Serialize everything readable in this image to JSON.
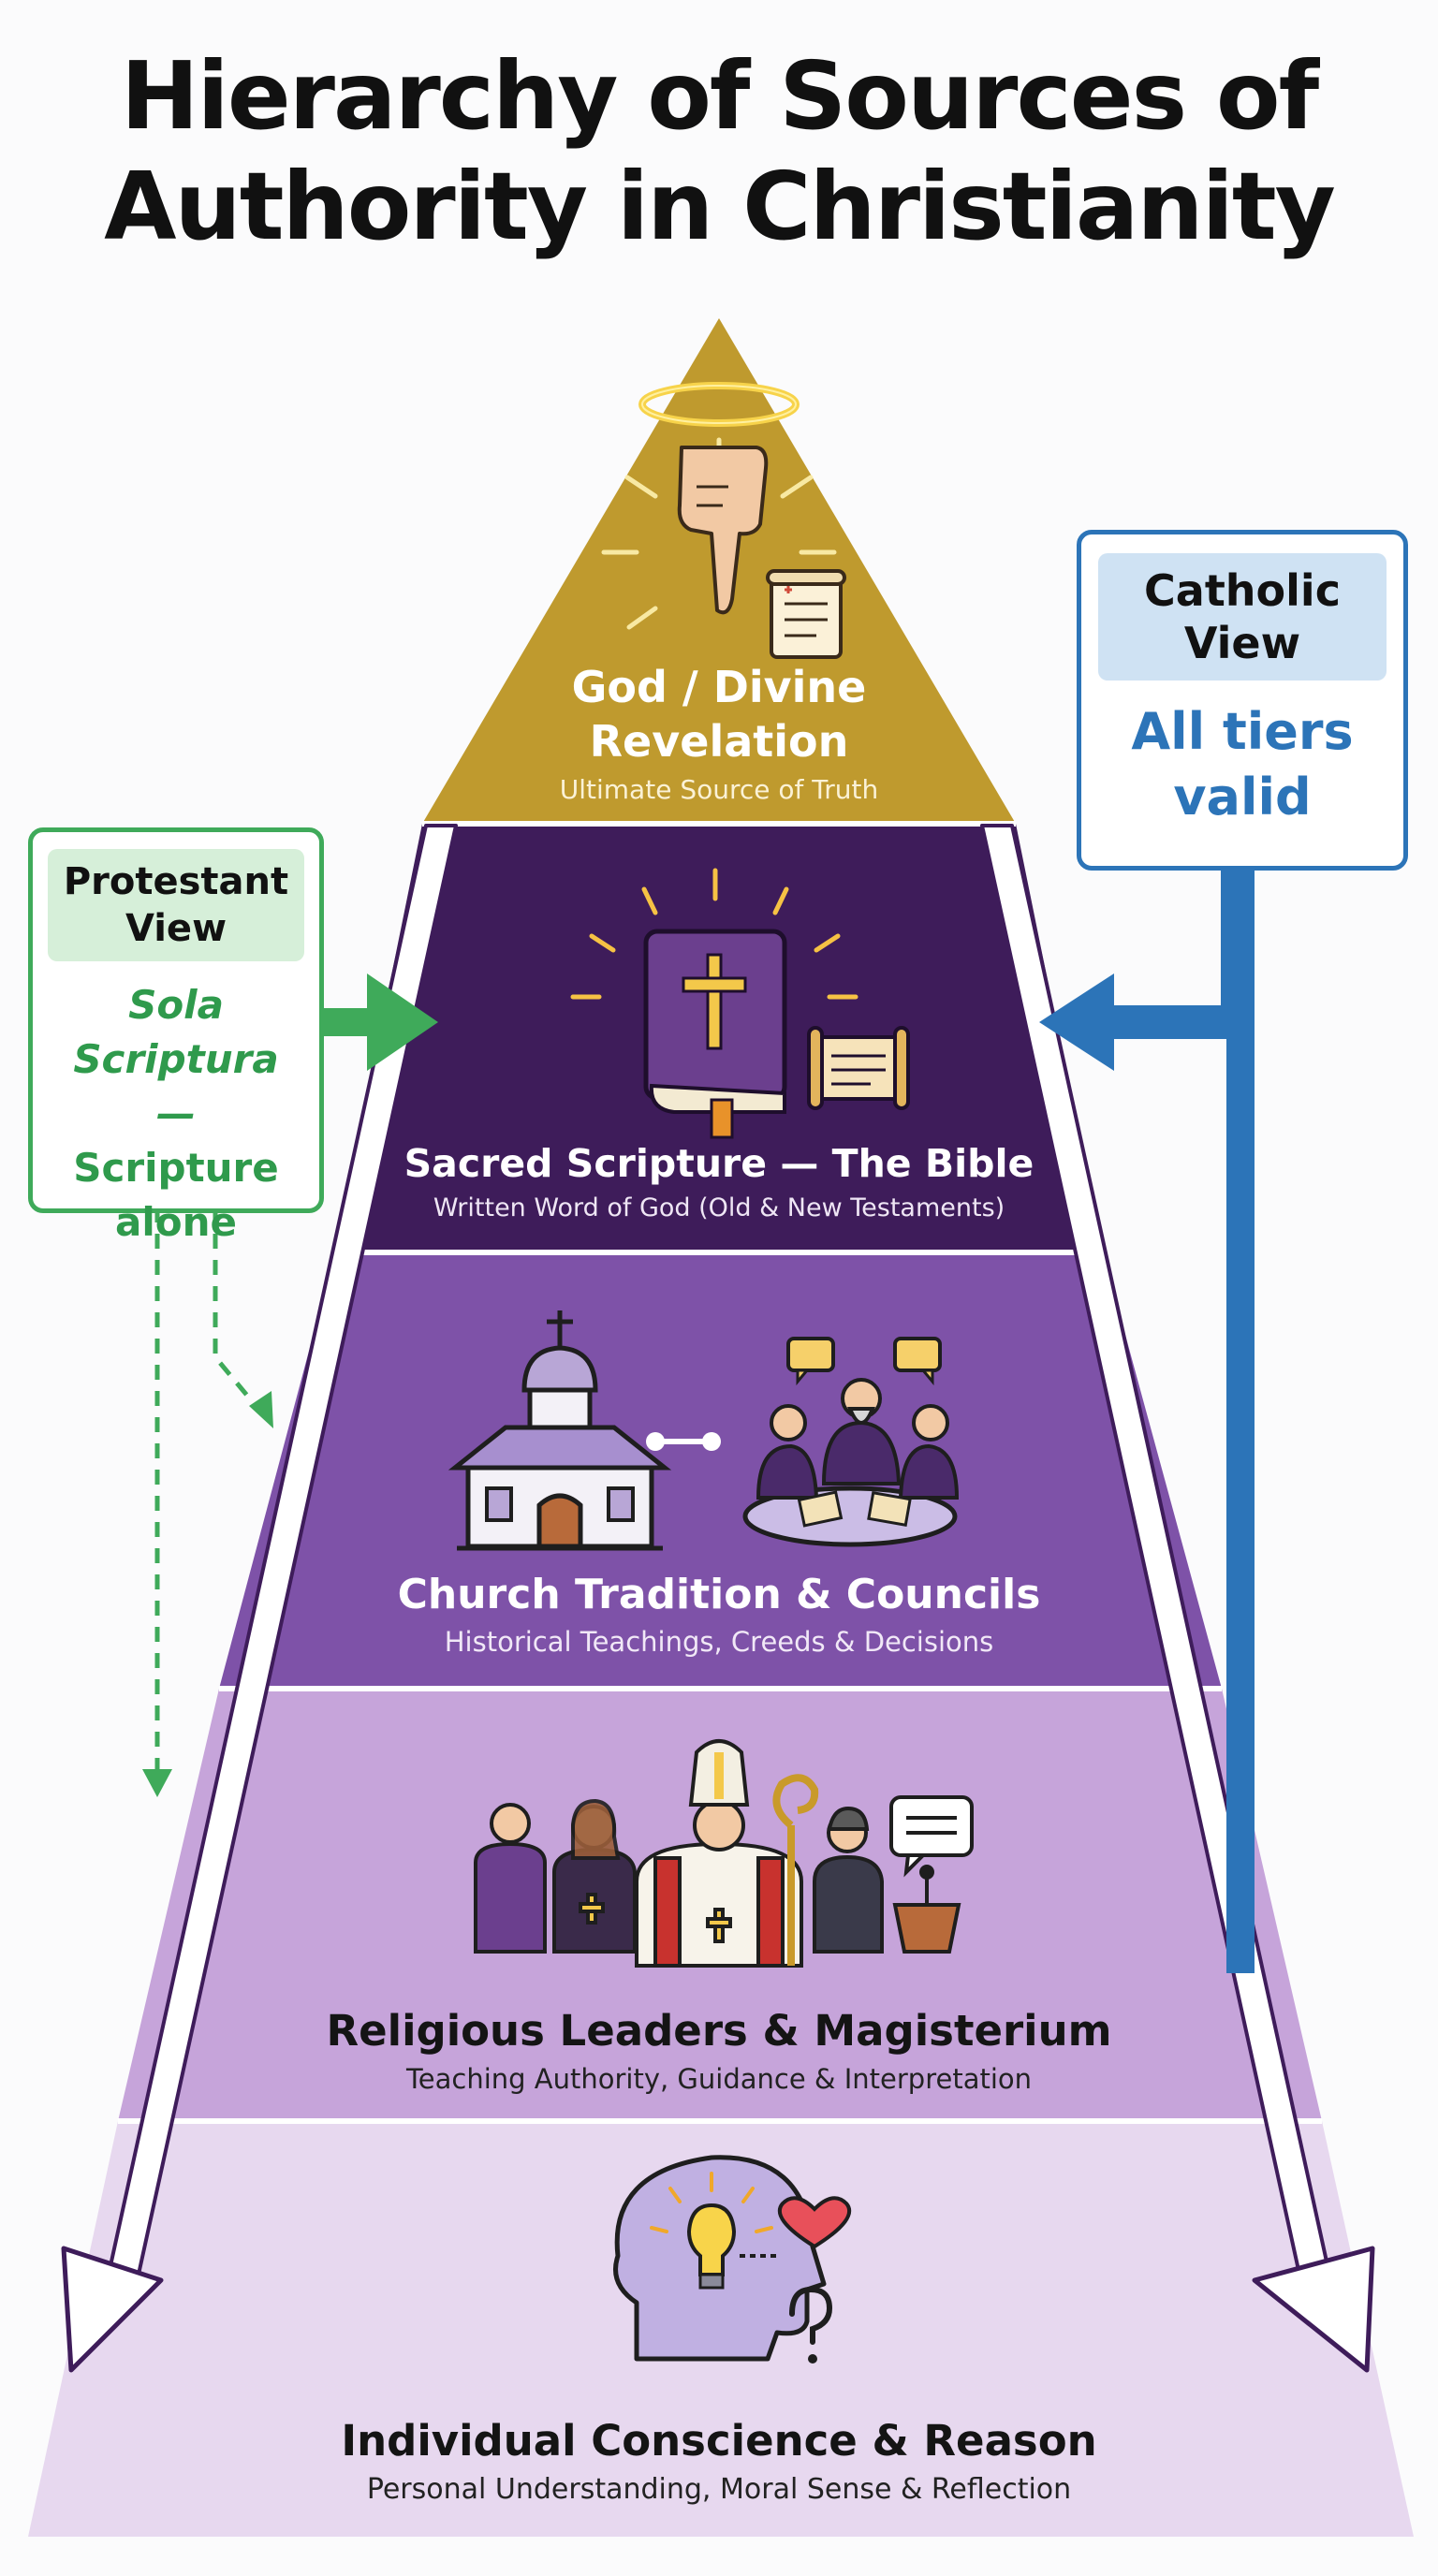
{
  "title": {
    "line1": "Hierarchy of Sources of",
    "line2": "Authority in Christianity"
  },
  "colors": {
    "gold": "#bf9a2e",
    "tier2": "#3e1c5a",
    "tier3": "#7e52a8",
    "tier4": "#c6a4da",
    "tier5": "#e7d8ef",
    "protestant": "#3faa5a",
    "catholic": "#2c74b8"
  },
  "tiers": [
    {
      "title_line1": "God / Divine",
      "title_line2": "Revelation",
      "subtitle": "Ultimate Source of Truth",
      "icon": "divine-hand-halo-icon"
    },
    {
      "title": "Sacred Scripture — The Bible",
      "subtitle": "Written Word of God (Old & New Testaments)",
      "icon": "bible-scroll-icon"
    },
    {
      "title": "Church Tradition & Councils",
      "subtitle": "Historical Teachings, Creeds & Decisions",
      "icon": "church-council-icon"
    },
    {
      "title": "Religious Leaders & Magisterium",
      "subtitle": "Teaching Authority, Guidance & Interpretation",
      "icon": "clergy-pope-icon"
    },
    {
      "title": "Individual Conscience & Reason",
      "subtitle": "Personal Understanding, Moral Sense & Reflection",
      "icon": "head-lightbulb-icon"
    }
  ],
  "protestant": {
    "header_line1": "Protestant",
    "header_line2": "View",
    "body_line1": "Sola",
    "body_line2": "Scriptura —",
    "body_line3": "Scripture",
    "body_line4": "alone"
  },
  "catholic": {
    "header_line1": "Catholic",
    "header_line2": "View",
    "body_line1": "All tiers",
    "body_line2": "valid"
  }
}
